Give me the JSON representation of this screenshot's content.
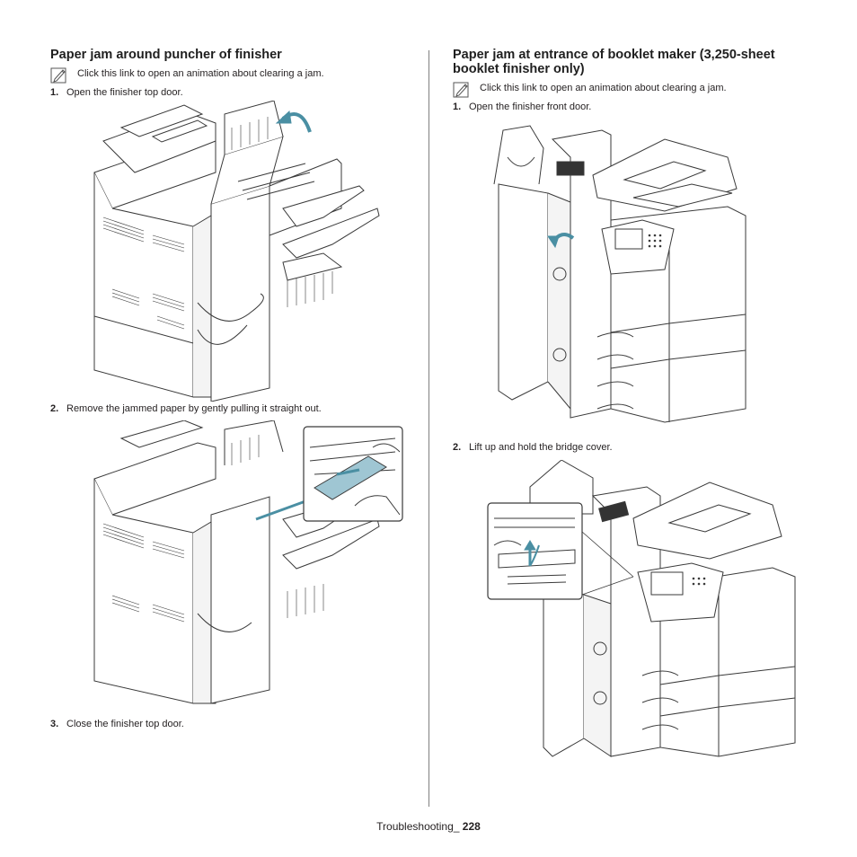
{
  "left_section": {
    "title": "Paper jam around puncher of finisher",
    "note_text": "Click this link to open an animation about clearing a jam.",
    "steps": [
      {
        "number": "1.",
        "text": "Open the finisher top door."
      },
      {
        "number": "2.",
        "text": "Remove the jammed paper by gently pulling it straight out."
      },
      {
        "number": "3.",
        "text": "Close the finisher top door."
      }
    ]
  },
  "right_section": {
    "title_line1": "Paper jam at entrance of booklet maker (3,250-sheet",
    "title_line2": "booklet finisher only)",
    "note_text": "Click this link to open an animation about clearing a jam.",
    "steps": [
      {
        "number": "1.",
        "text": "Open the finisher front door."
      },
      {
        "number": "2.",
        "text": "Lift up and hold the bridge cover."
      }
    ]
  },
  "footer": {
    "label": "Troubleshooting_",
    "page_number": "228"
  },
  "colors": {
    "arrow_teal": "#4a8fa3",
    "paper_highlight": "#9fc6d3",
    "line_art": "#3a3a3a",
    "divider": "#808080"
  },
  "icons": [
    "note-pencil-icon",
    "curved-arrow-icon"
  ]
}
